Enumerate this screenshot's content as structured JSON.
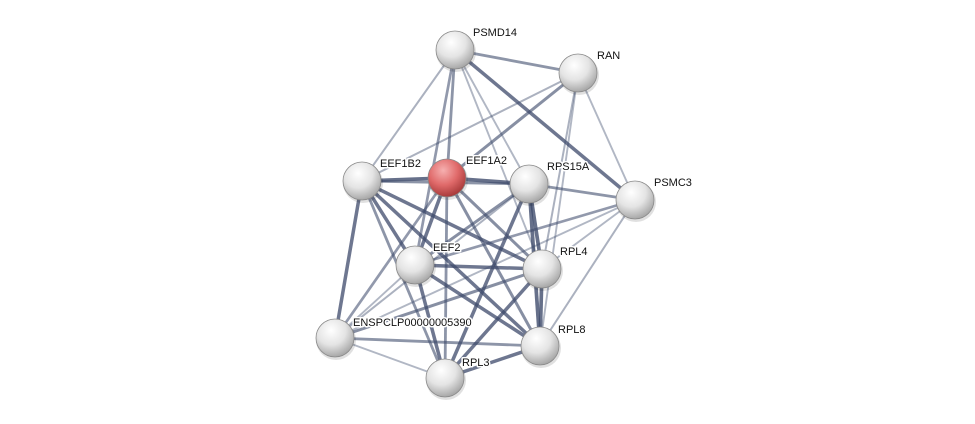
{
  "network": {
    "query_protein": "EEF1A2",
    "colors": {
      "query_node": "#e06666",
      "node": "#e8e8e8",
      "edge": "#3d4a6b"
    },
    "nodes": [
      {
        "id": "PSMD14",
        "label": "PSMD14"
      },
      {
        "id": "RAN",
        "label": "RAN"
      },
      {
        "id": "EEF1B2",
        "label": "EEF1B2"
      },
      {
        "id": "EEF1A2",
        "label": "EEF1A2"
      },
      {
        "id": "RPS15A",
        "label": "RPS15A"
      },
      {
        "id": "PSMC3",
        "label": "PSMC3"
      },
      {
        "id": "EEF2",
        "label": "EEF2"
      },
      {
        "id": "RPL4",
        "label": "RPL4"
      },
      {
        "id": "ENSPCLP00000005390",
        "label": "ENSPCLP00000005390"
      },
      {
        "id": "RPL8",
        "label": "RPL8"
      },
      {
        "id": "RPL3",
        "label": "RPL3"
      }
    ],
    "edges": [
      [
        "PSMD14",
        "RAN",
        0.6
      ],
      [
        "PSMD14",
        "EEF1B2",
        0.35
      ],
      [
        "PSMD14",
        "EEF1A2",
        0.6
      ],
      [
        "PSMD14",
        "RPS15A",
        0.3
      ],
      [
        "PSMD14",
        "PSMC3",
        0.85
      ],
      [
        "PSMD14",
        "EEF2",
        0.55
      ],
      [
        "PSMD14",
        "RPL4",
        0.3
      ],
      [
        "RAN",
        "EEF1B2",
        0.35
      ],
      [
        "RAN",
        "EEF1A2",
        0.65
      ],
      [
        "RAN",
        "RPL4",
        0.35
      ],
      [
        "RAN",
        "RPL8",
        0.3
      ],
      [
        "RAN",
        "PSMC3",
        0.3
      ],
      [
        "EEF1B2",
        "EEF1A2",
        0.9
      ],
      [
        "EEF1B2",
        "RPS15A",
        0.6
      ],
      [
        "EEF1B2",
        "EEF2",
        0.85
      ],
      [
        "EEF1B2",
        "RPL4",
        0.85
      ],
      [
        "EEF1B2",
        "ENSPCLP00000005390",
        0.85
      ],
      [
        "EEF1B2",
        "RPL8",
        0.85
      ],
      [
        "EEF1B2",
        "RPL3",
        0.6
      ],
      [
        "EEF1A2",
        "RPS15A",
        0.9
      ],
      [
        "EEF1A2",
        "EEF2",
        0.85
      ],
      [
        "EEF1A2",
        "RPL4",
        0.65
      ],
      [
        "EEF1A2",
        "RPL8",
        0.65
      ],
      [
        "EEF1A2",
        "RPL3",
        0.6
      ],
      [
        "EEF1A2",
        "ENSPCLP00000005390",
        0.55
      ],
      [
        "RPS15A",
        "PSMC3",
        0.6
      ],
      [
        "RPS15A",
        "EEF2",
        0.65
      ],
      [
        "RPS15A",
        "RPL4",
        0.9
      ],
      [
        "RPS15A",
        "RPL8",
        0.9
      ],
      [
        "RPS15A",
        "RPL3",
        0.85
      ],
      [
        "RPS15A",
        "ENSPCLP00000005390",
        0.35
      ],
      [
        "PSMC3",
        "EEF2",
        0.55
      ],
      [
        "PSMC3",
        "RPL4",
        0.3
      ],
      [
        "PSMC3",
        "RPL8",
        0.35
      ],
      [
        "PSMC3",
        "ENSPCLP00000005390",
        0.3
      ],
      [
        "EEF2",
        "RPL4",
        0.85
      ],
      [
        "EEF2",
        "RPL8",
        0.85
      ],
      [
        "EEF2",
        "RPL3",
        0.85
      ],
      [
        "EEF2",
        "ENSPCLP00000005390",
        0.3
      ],
      [
        "RPL4",
        "ENSPCLP00000005390",
        0.65
      ],
      [
        "RPL4",
        "RPL8",
        0.9
      ],
      [
        "RPL4",
        "RPL3",
        0.85
      ],
      [
        "ENSPCLP00000005390",
        "RPL8",
        0.6
      ],
      [
        "ENSPCLP00000005390",
        "RPL3",
        0.3
      ],
      [
        "RPL8",
        "RPL3",
        0.85
      ]
    ]
  }
}
